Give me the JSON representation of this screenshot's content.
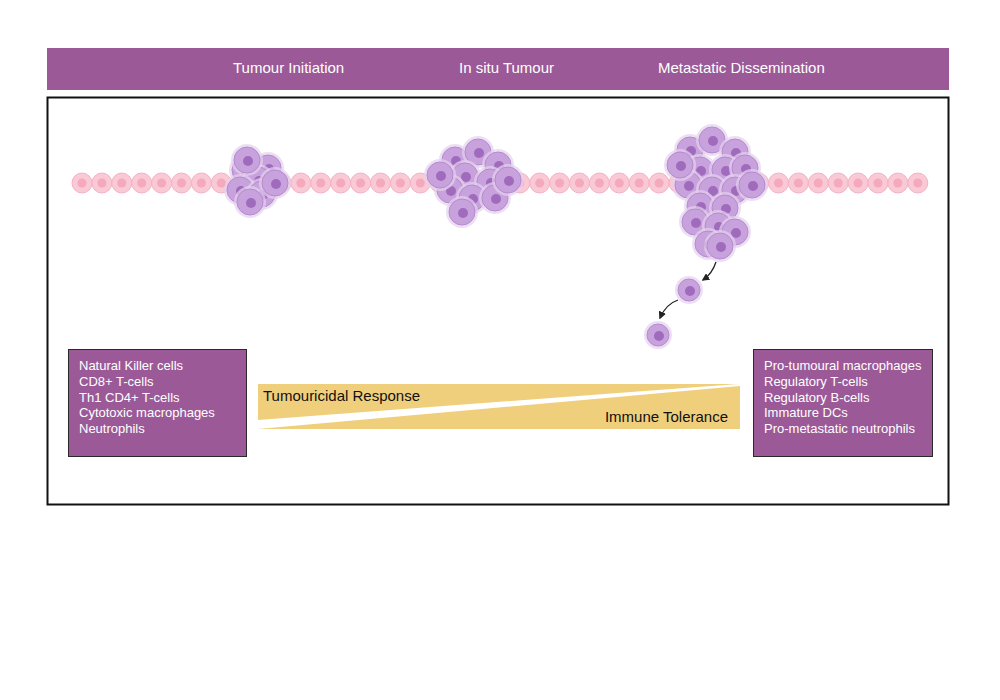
{
  "diagram": {
    "nodes": [
      {
        "text": [
          "Tumour Initiation",
          "In situ Tumour",
          "Metastatic Dissemination"
        ]
      },
      {
        "text": [
          "Natural Killer cells",
          "CD8+ T-cells",
          "Th1 CD4+ T-cells",
          "Cytotoxic macrophages",
          "Neutrophils"
        ]
      },
      {
        "text": [
          "Tumouricidal Response"
        ]
      },
      {
        "text": [
          "Immune Tolerance"
        ]
      },
      {
        "text": [
          "Pro-tumoural macrophages",
          "Regulatory T-cells",
          "Regulatory B-cells",
          "Immature DCs",
          "Pro-metastatic neutrophils"
        ]
      }
    ]
  }
}
